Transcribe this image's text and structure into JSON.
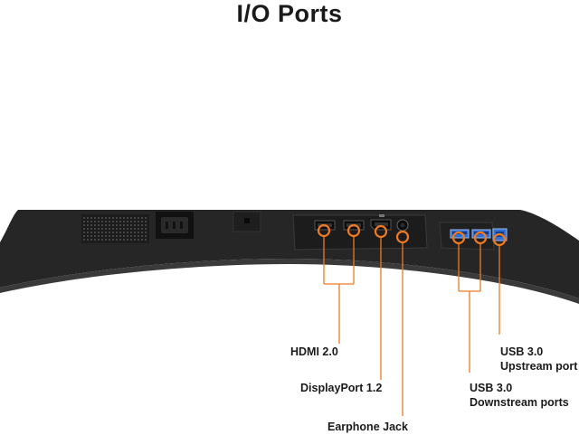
{
  "title": "I/O Ports",
  "labels": {
    "hdmi": "HDMI 2.0",
    "displayport": "DisplayPort 1.2",
    "earphone": "Earphone Jack",
    "usb_down_line1": "USB 3.0",
    "usb_down_line2": "Downstream ports",
    "usb_up_line1": "USB 3.0",
    "usb_up_line2": "Upstream port"
  },
  "colors": {
    "callout": "#f07a20",
    "monitor_body": "#262626",
    "usb_blue": "#2f6fd6"
  }
}
